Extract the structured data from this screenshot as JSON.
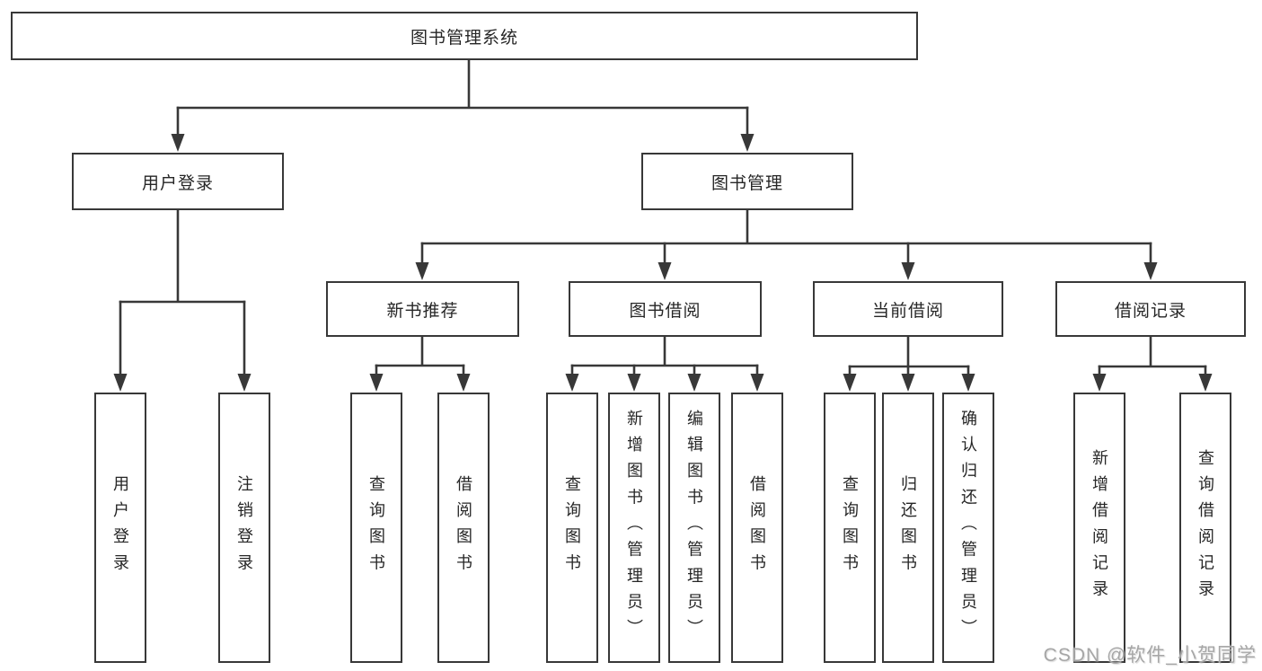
{
  "diagram": {
    "root": "图书管理系统",
    "level2": {
      "user_login": "用户登录",
      "book_management": "图书管理"
    },
    "level3": {
      "new_book_recommend": "新书推荐",
      "book_borrow": "图书借阅",
      "current_borrow": "当前借阅",
      "borrow_record": "借阅记录"
    },
    "leaves": {
      "user_login": [
        "用户登录",
        "注销登录"
      ],
      "new_book_recommend": [
        "查询图书",
        "借阅图书"
      ],
      "book_borrow": [
        "查询图书",
        "新增图书（管理员）",
        "编辑图书（管理员）",
        "借阅图书"
      ],
      "current_borrow": [
        "查询图书",
        "归还图书",
        "确认归还（管理员）"
      ],
      "borrow_record": [
        "新增借阅记录",
        "查询借阅记录"
      ]
    }
  },
  "watermark": "CSDN @软件_小贺同学",
  "colors": {
    "line": "#383838",
    "text": "#262626",
    "background": "#ffffff",
    "watermark": "#a6a6a6"
  }
}
